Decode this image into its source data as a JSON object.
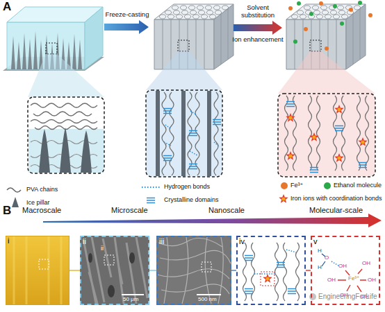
{
  "diagram": {
    "nodes": [
      {
        "text": [
          "i"
        ]
      },
      {
        "text": [
          "ii",
          "ii",
          "50 μm"
        ]
      },
      {
        "text": [
          "iii",
          "500 nm"
        ]
      },
      {
        "text": [
          "iv"
        ]
      },
      {
        "text": [
          "v",
          "H",
          "O",
          "H",
          "OH",
          "OH",
          "OH",
          "OH",
          "OH",
          "OH",
          "Fe³⁺"
        ]
      }
    ],
    "edges": [
      {
        "from": 0,
        "to": 1,
        "arrow": "none"
      },
      {
        "from": 1,
        "to": 2,
        "arrow": "none"
      },
      {
        "from": 2,
        "to": 3,
        "arrow": "none"
      },
      {
        "from": 3,
        "to": 4,
        "arrow": "none"
      }
    ],
    "labels": [
      "A",
      "Freeze-casting",
      "Solvent substitution",
      "Ion enhancement",
      "B",
      "Macroscale",
      "Microscale",
      "Nanoscale",
      "Molecular-scale",
      "EngineeringForLife"
    ],
    "legend": [
      {
        "text": "PVA chains"
      },
      {
        "text": "Ice pillar"
      },
      {
        "text": "Hydrogen bonds"
      },
      {
        "text": "Crystalline domains"
      },
      {
        "text": "Fe³⁺",
        "color": "#e8772e"
      },
      {
        "text": "Ethanol molecule",
        "color": "#2aa84a"
      },
      {
        "text": "Iron ions with coordination bonds"
      }
    ]
  }
}
